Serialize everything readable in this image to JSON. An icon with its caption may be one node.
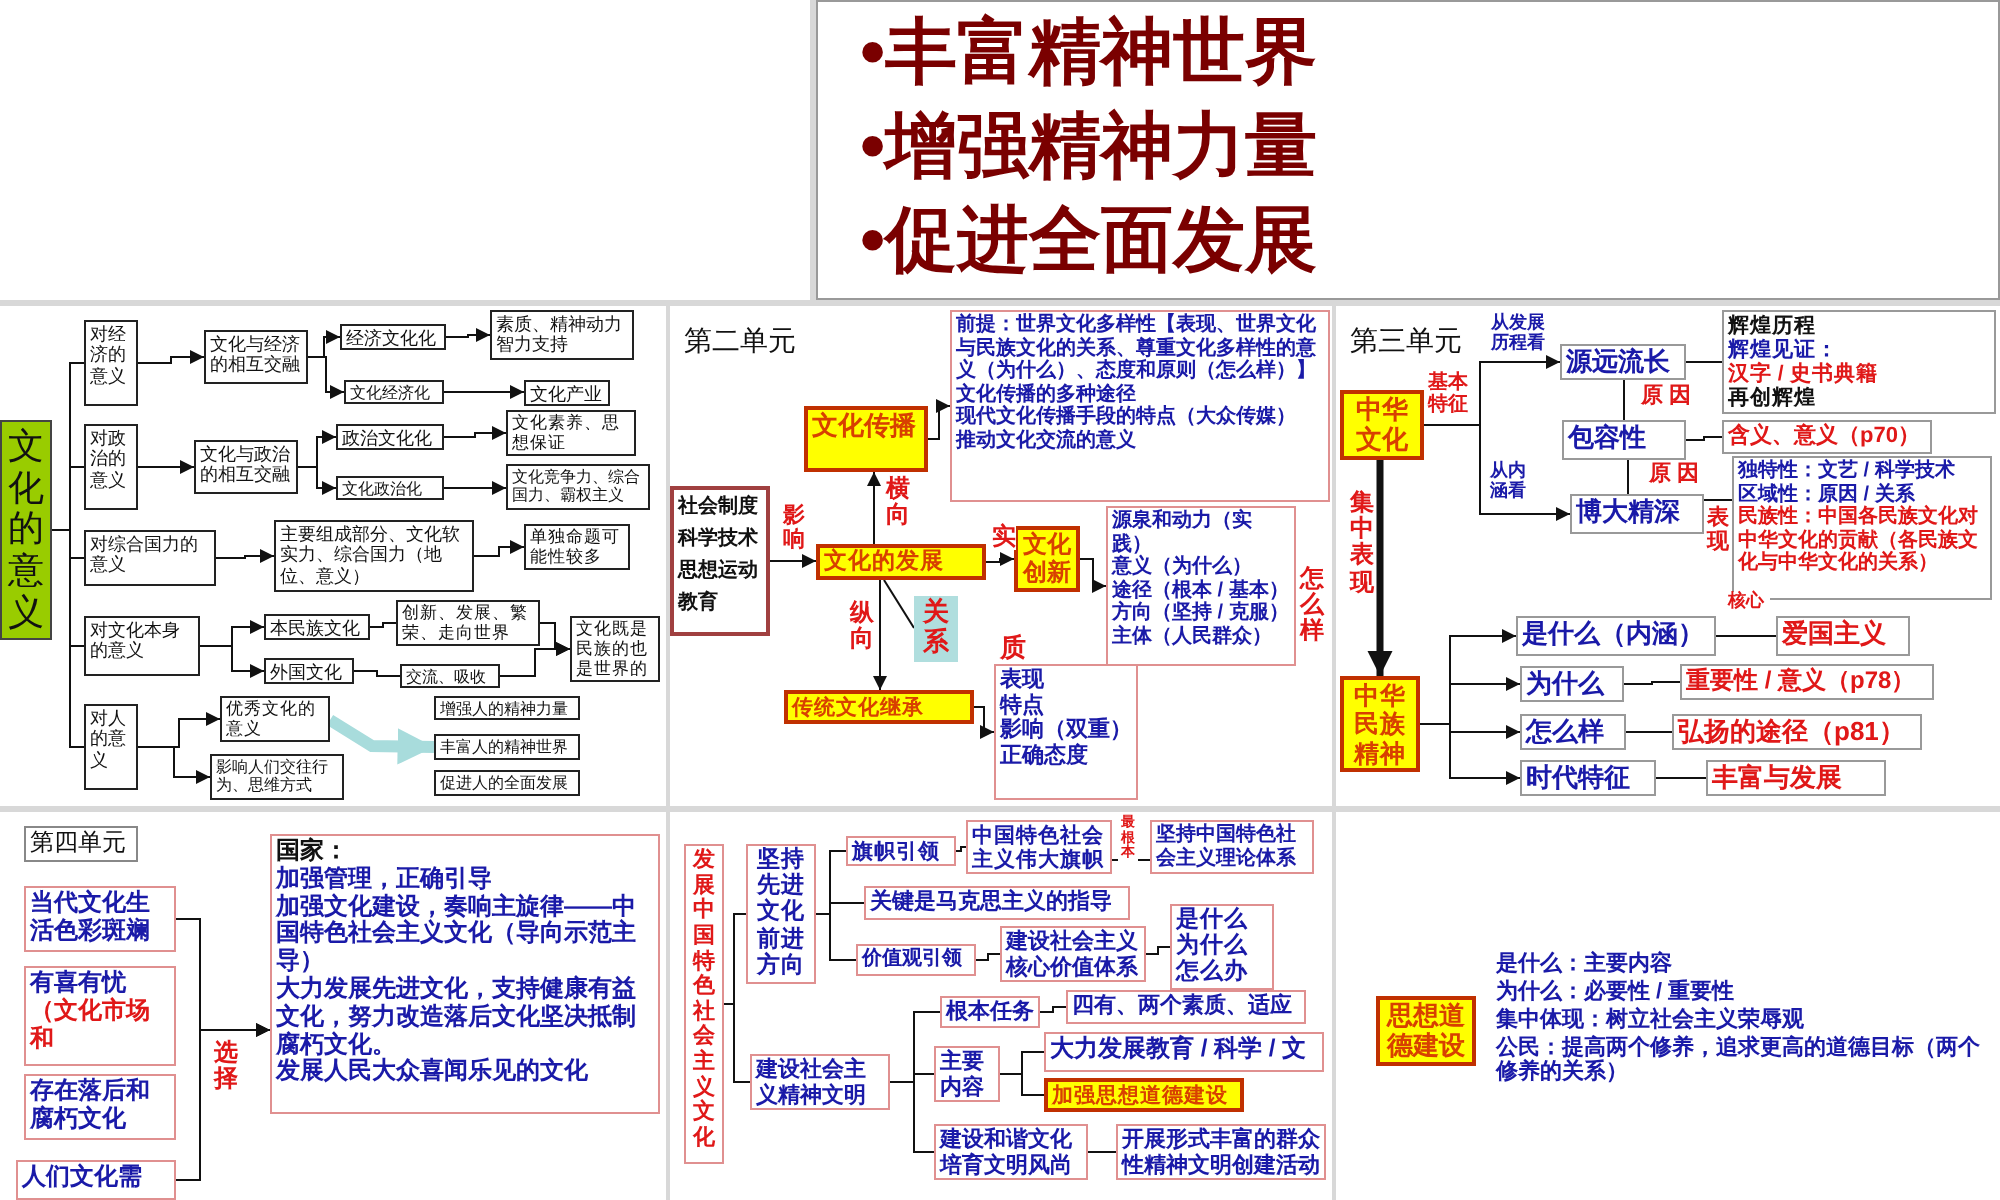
{
  "diagram": {
    "nodes": [
      {
        "text": [
          "文化的意义"
        ]
      },
      {
        "text": [
          "对经济的意义"
        ]
      },
      {
        "text": [
          "文化与经济的相互交融"
        ]
      },
      {
        "text": [
          "经济文化化"
        ]
      },
      {
        "text": [
          "素质、精神动力智力支持"
        ]
      },
      {
        "text": [
          "文化经济化"
        ]
      },
      {
        "text": [
          "文化产业"
        ]
      },
      {
        "text": [
          "对政治的意义"
        ]
      },
      {
        "text": [
          "文化与政治的相互交融"
        ]
      },
      {
        "text": [
          "政治文化化"
        ]
      },
      {
        "text": [
          "文化素养、思想保证"
        ]
      },
      {
        "text": [
          "文化政治化"
        ]
      },
      {
        "text": [
          "文化竞争力、综合国力、霸权主义"
        ]
      },
      {
        "text": [
          "对综合国力的意义"
        ]
      },
      {
        "text": [
          "主要组成部分、文化软实力、综合国力（地位、意义）"
        ]
      },
      {
        "text": [
          "单独命题可能性较多"
        ]
      },
      {
        "text": [
          "对文化本身的意义"
        ]
      },
      {
        "text": [
          "本民族文化"
        ]
      },
      {
        "text": [
          "创新、发展、繁荣、走向世界"
        ]
      },
      {
        "text": [
          "外国文化"
        ]
      },
      {
        "text": [
          "交流、吸收"
        ]
      },
      {
        "text": [
          "文化既是民族的也是世界的"
        ]
      },
      {
        "text": [
          "对人的意义"
        ]
      },
      {
        "text": [
          "优秀文化的意义"
        ]
      },
      {
        "text": [
          "影响人们交往行为、思维方式"
        ]
      },
      {
        "text": [
          "增强人的精神力量"
        ]
      },
      {
        "text": [
          "丰富人的精神世界"
        ]
      },
      {
        "text": [
          "促进人的全面发展"
        ]
      },
      {
        "text": [
          "前提：世界文化多样性【表现、世界文化与民族文化的关系、尊重文化多样性的意义（为什么）、态度和原则（怎么样）】",
          "文化传播的多种途径",
          "现代文化传播手段的特点（大众传媒）",
          "推动文化交流的意义"
        ]
      },
      {
        "text": [
          "文化传播"
        ]
      },
      {
        "text": [
          "社会制度",
          "科学技术",
          "思想运动",
          "教育"
        ]
      },
      {
        "text": [
          "文化的发展"
        ]
      },
      {
        "text": [
          "文化创新"
        ]
      },
      {
        "text": [
          "源泉和动力（实践）",
          "意义（为什么）",
          "途径（根本 / 基本）",
          "方向（坚持 / 克服）",
          "主体（人民群众）"
        ],
        "beside": [
          "怎么样"
        ]
      },
      {
        "text": [
          "传统文化继承"
        ]
      },
      {
        "text": [
          "表现",
          "特点",
          "影响（双重）",
          "正确态度"
        ]
      },
      {
        "text": [
          "关系"
        ]
      },
      {
        "text": [
          "中华文化"
        ],
        "beside": [
          "基本特征"
        ]
      },
      {
        "text": [
          "源远流长"
        ]
      },
      {
        "text": [
          "辉煌历程",
          "辉煌见证：",
          "汉字 / 史书典籍",
          "再创辉煌"
        ]
      },
      {
        "text": [
          "包容性"
        ]
      },
      {
        "text": [
          "含义、意义（p70）"
        ]
      },
      {
        "text": [
          "博大精深"
        ]
      },
      {
        "text": [
          "独特性：文艺 / 科学技术",
          "区域性：原因 / 关系",
          "民族性：中国各民族文化对中华文化的贡献（各民族文化与中华文化的关系）"
        ]
      },
      {
        "text": [
          "中华民族精神"
        ]
      },
      {
        "text": [
          "是什么（内涵）"
        ]
      },
      {
        "text": [
          "爱国主义"
        ]
      },
      {
        "text": [
          "为什么"
        ]
      },
      {
        "text": [
          "重要性 / 意义（p78）"
        ]
      },
      {
        "text": [
          "怎么样"
        ]
      },
      {
        "text": [
          "弘扬的途径（p81）"
        ]
      },
      {
        "text": [
          "时代特征"
        ]
      },
      {
        "text": [
          "丰富与发展"
        ]
      },
      {
        "text": [
          "第四单元"
        ]
      },
      {
        "text": [
          "当代文化生活色彩斑斓"
        ]
      },
      {
        "text": [
          "有喜有忧",
          "（文化市场和"
        ]
      },
      {
        "text": [
          "存在落后和腐朽文化"
        ]
      },
      {
        "text": [
          "人们文化需"
        ]
      },
      {
        "text": [
          "国家：",
          "加强管理，正确引导",
          "加强文化建设，奏响主旋律——中国特色社会主义文化（导向示范主导）",
          "大力发展先进文化，支持健康有益文化，努力改造落后文化坚决抵制腐朽文化。",
          "发展人民大众喜闻乐见的文化"
        ]
      },
      {
        "text": [
          "发展中国特色社会主义文化"
        ]
      },
      {
        "text": [
          "坚持先进文化前进方向"
        ]
      },
      {
        "text": [
          "旗帜引领"
        ]
      },
      {
        "text": [
          "中国特色社会主义伟大旗帜"
        ]
      },
      {
        "text": [
          "坚持中国特色社会主义理论体系"
        ]
      },
      {
        "text": [
          "关键是马克思主义的指导"
        ]
      },
      {
        "text": [
          "价值观引领"
        ]
      },
      {
        "text": [
          "建设社会主义核心价值体系"
        ]
      },
      {
        "text": [
          "是什么",
          "为什么",
          "怎么办"
        ]
      },
      {
        "text": [
          "建设社会主义精神文明"
        ]
      },
      {
        "text": [
          "根本任务"
        ]
      },
      {
        "text": [
          "四有、两个素质、适应"
        ]
      },
      {
        "text": [
          "主要内容"
        ]
      },
      {
        "text": [
          "大力发展教育 / 科学 / 文"
        ]
      },
      {
        "text": [
          "加强思想道德建设"
        ]
      },
      {
        "text": [
          "建设和谐文化培育文明风尚"
        ]
      },
      {
        "text": [
          "开展形式丰富的群众性精神文明创建活动"
        ]
      },
      {
        "text": [
          "思想道德建设"
        ]
      }
    ],
    "edges": [
      {
        "from": 0,
        "to": 1,
        "arrow": "none"
      },
      {
        "from": 0,
        "to": 7,
        "arrow": "none"
      },
      {
        "from": 0,
        "to": 13,
        "arrow": "none"
      },
      {
        "from": 0,
        "to": 16,
        "arrow": "none"
      },
      {
        "from": 0,
        "to": 22,
        "arrow": "none"
      },
      {
        "from": 1,
        "to": 2,
        "arrow": "to"
      },
      {
        "from": 2,
        "to": 3,
        "arrow": "to"
      },
      {
        "from": 2,
        "to": 5,
        "arrow": "to"
      },
      {
        "from": 3,
        "to": 4,
        "arrow": "to"
      },
      {
        "from": 5,
        "to": 6,
        "arrow": "to"
      },
      {
        "from": 7,
        "to": 8,
        "arrow": "to"
      },
      {
        "from": 8,
        "to": 9,
        "arrow": "to"
      },
      {
        "from": 8,
        "to": 11,
        "arrow": "to"
      },
      {
        "from": 9,
        "to": 10,
        "arrow": "to"
      },
      {
        "from": 11,
        "to": 12,
        "arrow": "to"
      },
      {
        "from": 13,
        "to": 14,
        "arrow": "to"
      },
      {
        "from": 14,
        "to": 15,
        "arrow": "to"
      },
      {
        "from": 16,
        "to": 17,
        "arrow": "to"
      },
      {
        "from": 16,
        "to": 19,
        "arrow": "to"
      },
      {
        "from": 17,
        "to": 18,
        "arrow": "none"
      },
      {
        "from": 18,
        "to": 21,
        "arrow": "to"
      },
      {
        "from": 19,
        "to": 20,
        "arrow": "none"
      },
      {
        "from": 20,
        "to": 21,
        "arrow": "to"
      },
      {
        "from": 22,
        "to": 23,
        "arrow": "to"
      },
      {
        "from": 22,
        "to": 24,
        "arrow": "to"
      },
      {
        "from": 23,
        "to": 26,
        "arrow": "to",
        "style": "thick",
        "color": "#a8dcdc"
      },
      {
        "from": 29,
        "to": 28,
        "arrow": "to"
      },
      {
        "from": 30,
        "to": 31,
        "arrow": "to",
        "label": "影响"
      },
      {
        "from": 31,
        "to": 29,
        "arrow": "to",
        "label": "横向"
      },
      {
        "from": 31,
        "to": 32,
        "arrow": "to",
        "label": "实"
      },
      {
        "from": 32,
        "to": 33,
        "arrow": "to"
      },
      {
        "from": 31,
        "to": 34,
        "arrow": "to",
        "label": "纵向"
      },
      {
        "from": 34,
        "to": 35,
        "arrow": "to"
      },
      {
        "from": 31,
        "to": 36,
        "arrow": "none"
      },
      {
        "from": 37,
        "to": 38,
        "arrow": "to",
        "label": "从发展历程看"
      },
      {
        "from": 37,
        "to": 42,
        "arrow": "to",
        "label": "从内涵看"
      },
      {
        "from": 38,
        "to": 40,
        "arrow": "none",
        "label": "原 因"
      },
      {
        "from": 40,
        "to": 42,
        "arrow": "none",
        "label": "原 因"
      },
      {
        "from": 38,
        "to": 39,
        "arrow": "none"
      },
      {
        "from": 40,
        "to": 41,
        "arrow": "none"
      },
      {
        "from": 42,
        "to": 43,
        "arrow": "none",
        "label": "表现"
      },
      {
        "from": 37,
        "to": 44,
        "arrow": "to",
        "label": "集中表现",
        "style": "thick"
      },
      {
        "from": 44,
        "to": 45,
        "arrow": "to"
      },
      {
        "from": 44,
        "to": 47,
        "arrow": "to"
      },
      {
        "from": 44,
        "to": 49,
        "arrow": "to"
      },
      {
        "from": 44,
        "to": 51,
        "arrow": "to"
      },
      {
        "from": 45,
        "to": 46,
        "arrow": "none",
        "label": "核心"
      },
      {
        "from": 47,
        "to": 48,
        "arrow": "none"
      },
      {
        "from": 49,
        "to": 50,
        "arrow": "none"
      },
      {
        "from": 51,
        "to": 52,
        "arrow": "none"
      },
      {
        "from": 54,
        "to": 58,
        "arrow": "to",
        "label": "选择"
      },
      {
        "from": 57,
        "to": 58,
        "arrow": "to"
      },
      {
        "from": 59,
        "to": 60,
        "arrow": "none"
      },
      {
        "from": 59,
        "to": 68,
        "arrow": "none"
      },
      {
        "from": 60,
        "to": 61,
        "arrow": "none"
      },
      {
        "from": 60,
        "to": 64,
        "arrow": "none"
      },
      {
        "from": 60,
        "to": 65,
        "arrow": "none"
      },
      {
        "from": 61,
        "to": 62,
        "arrow": "none"
      },
      {
        "from": 62,
        "to": 63,
        "arrow": "none",
        "label": "最根本"
      },
      {
        "from": 65,
        "to": 66,
        "arrow": "none"
      },
      {
        "from": 66,
        "to": 67,
        "arrow": "none"
      },
      {
        "from": 68,
        "to": 69,
        "arrow": "none"
      },
      {
        "from": 68,
        "to": 71,
        "arrow": "none"
      },
      {
        "from": 68,
        "to": 74,
        "arrow": "none"
      },
      {
        "from": 69,
        "to": 70,
        "arrow": "none"
      },
      {
        "from": 71,
        "to": 72,
        "arrow": "none"
      },
      {
        "from": 71,
        "to": 73,
        "arrow": "none"
      },
      {
        "from": 74,
        "to": 75,
        "arrow": "none"
      }
    ],
    "labels": [
      "•丰富精神世界",
      "•增强精神力量",
      "•促进全面发展",
      "第二单元",
      "质",
      "第三单元",
      "是什么：主要内容",
      "为什么：必要性 / 重要性",
      "集中体现：树立社会主义荣辱观",
      "公民：提高两个修养，追求更高的道德目标（两个修养的关系）"
    ]
  }
}
